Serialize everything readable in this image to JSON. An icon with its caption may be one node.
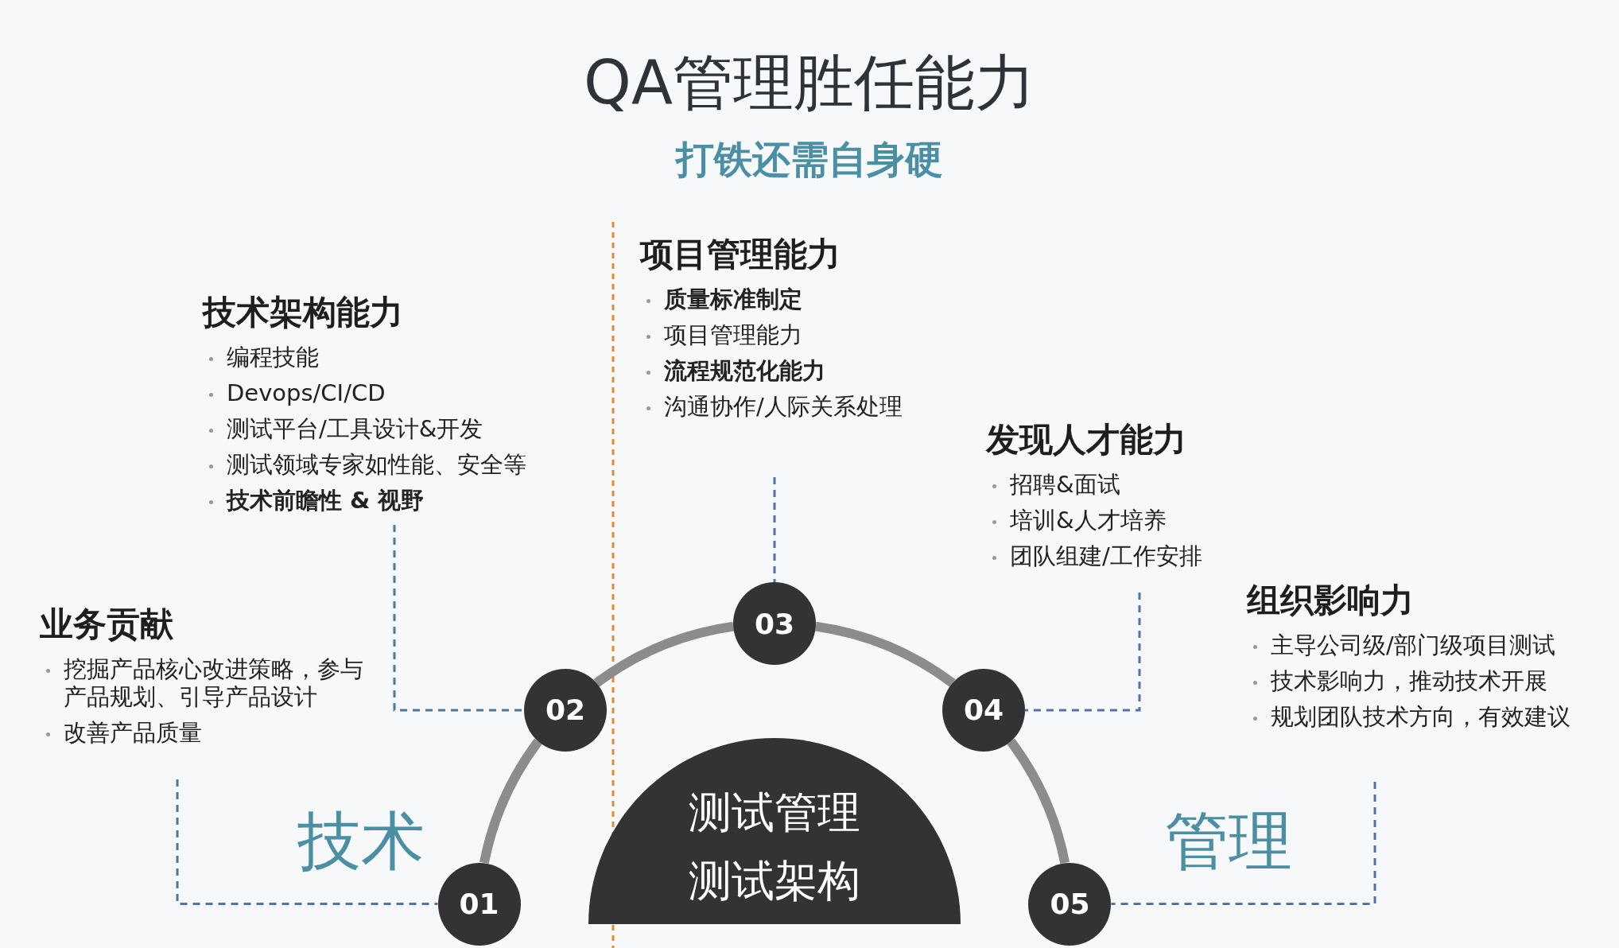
{
  "diagram": {
    "title": "QA管理胜任能力",
    "nodes": [
      {
        "text": [
          "测试管理",
          "测试架构"
        ]
      },
      {
        "text": [
          "01"
        ]
      },
      {
        "text": [
          "02"
        ]
      },
      {
        "text": [
          "03"
        ]
      },
      {
        "text": [
          "04"
        ]
      },
      {
        "text": [
          "05"
        ]
      },
      {
        "text": [
          "业务贡献",
          "挖掘产品核心改进策略，参与产品规划、引导产品设计",
          "改善产品质量"
        ]
      },
      {
        "text": [
          "技术架构能力",
          "编程技能",
          "Devops/CI/CD",
          "测试平台/工具设计&开发",
          "测试领域专家如性能、安全等",
          "技术前瞻性 & 视野"
        ]
      },
      {
        "text": [
          "项目管理能力",
          "质量标准制定",
          "项目管理能力",
          "流程规范化能力",
          "沟通协作/人际关系处理"
        ]
      },
      {
        "text": [
          "发现人才能力",
          "招聘&面试",
          "培训&人才培养",
          "团队组建/工作安排"
        ]
      },
      {
        "text": [
          "组织影响力",
          "主导公司级/部门级项目测试",
          "技术影响力，推动技术开展",
          "规划团队技术方向，有效建议"
        ]
      }
    ],
    "edges": [
      {
        "from": 1,
        "to": 2,
        "arrow": "none",
        "style": "thick",
        "color": "#8c8c8c"
      },
      {
        "from": 2,
        "to": 3,
        "arrow": "none",
        "style": "thick",
        "color": "#8c8c8c"
      },
      {
        "from": 3,
        "to": 4,
        "arrow": "none",
        "style": "thick",
        "color": "#8c8c8c"
      },
      {
        "from": 4,
        "to": 5,
        "arrow": "none",
        "style": "thick",
        "color": "#8c8c8c"
      },
      {
        "from": 6,
        "to": 1,
        "arrow": "none",
        "style": "dashed",
        "color": "#4f74a6"
      },
      {
        "from": 7,
        "to": 2,
        "arrow": "none",
        "style": "dashed",
        "color": "#4f74a6"
      },
      {
        "from": 8,
        "to": 3,
        "arrow": "none",
        "style": "dashed",
        "color": "#4f74a6"
      },
      {
        "from": 9,
        "to": 4,
        "arrow": "none",
        "style": "dashed",
        "color": "#4f74a6"
      },
      {
        "from": 10,
        "to": 5,
        "arrow": "none",
        "style": "dashed",
        "color": "#4f74a6"
      }
    ],
    "labels": [
      "打铁还需自身硬",
      "技术",
      "管理"
    ]
  }
}
